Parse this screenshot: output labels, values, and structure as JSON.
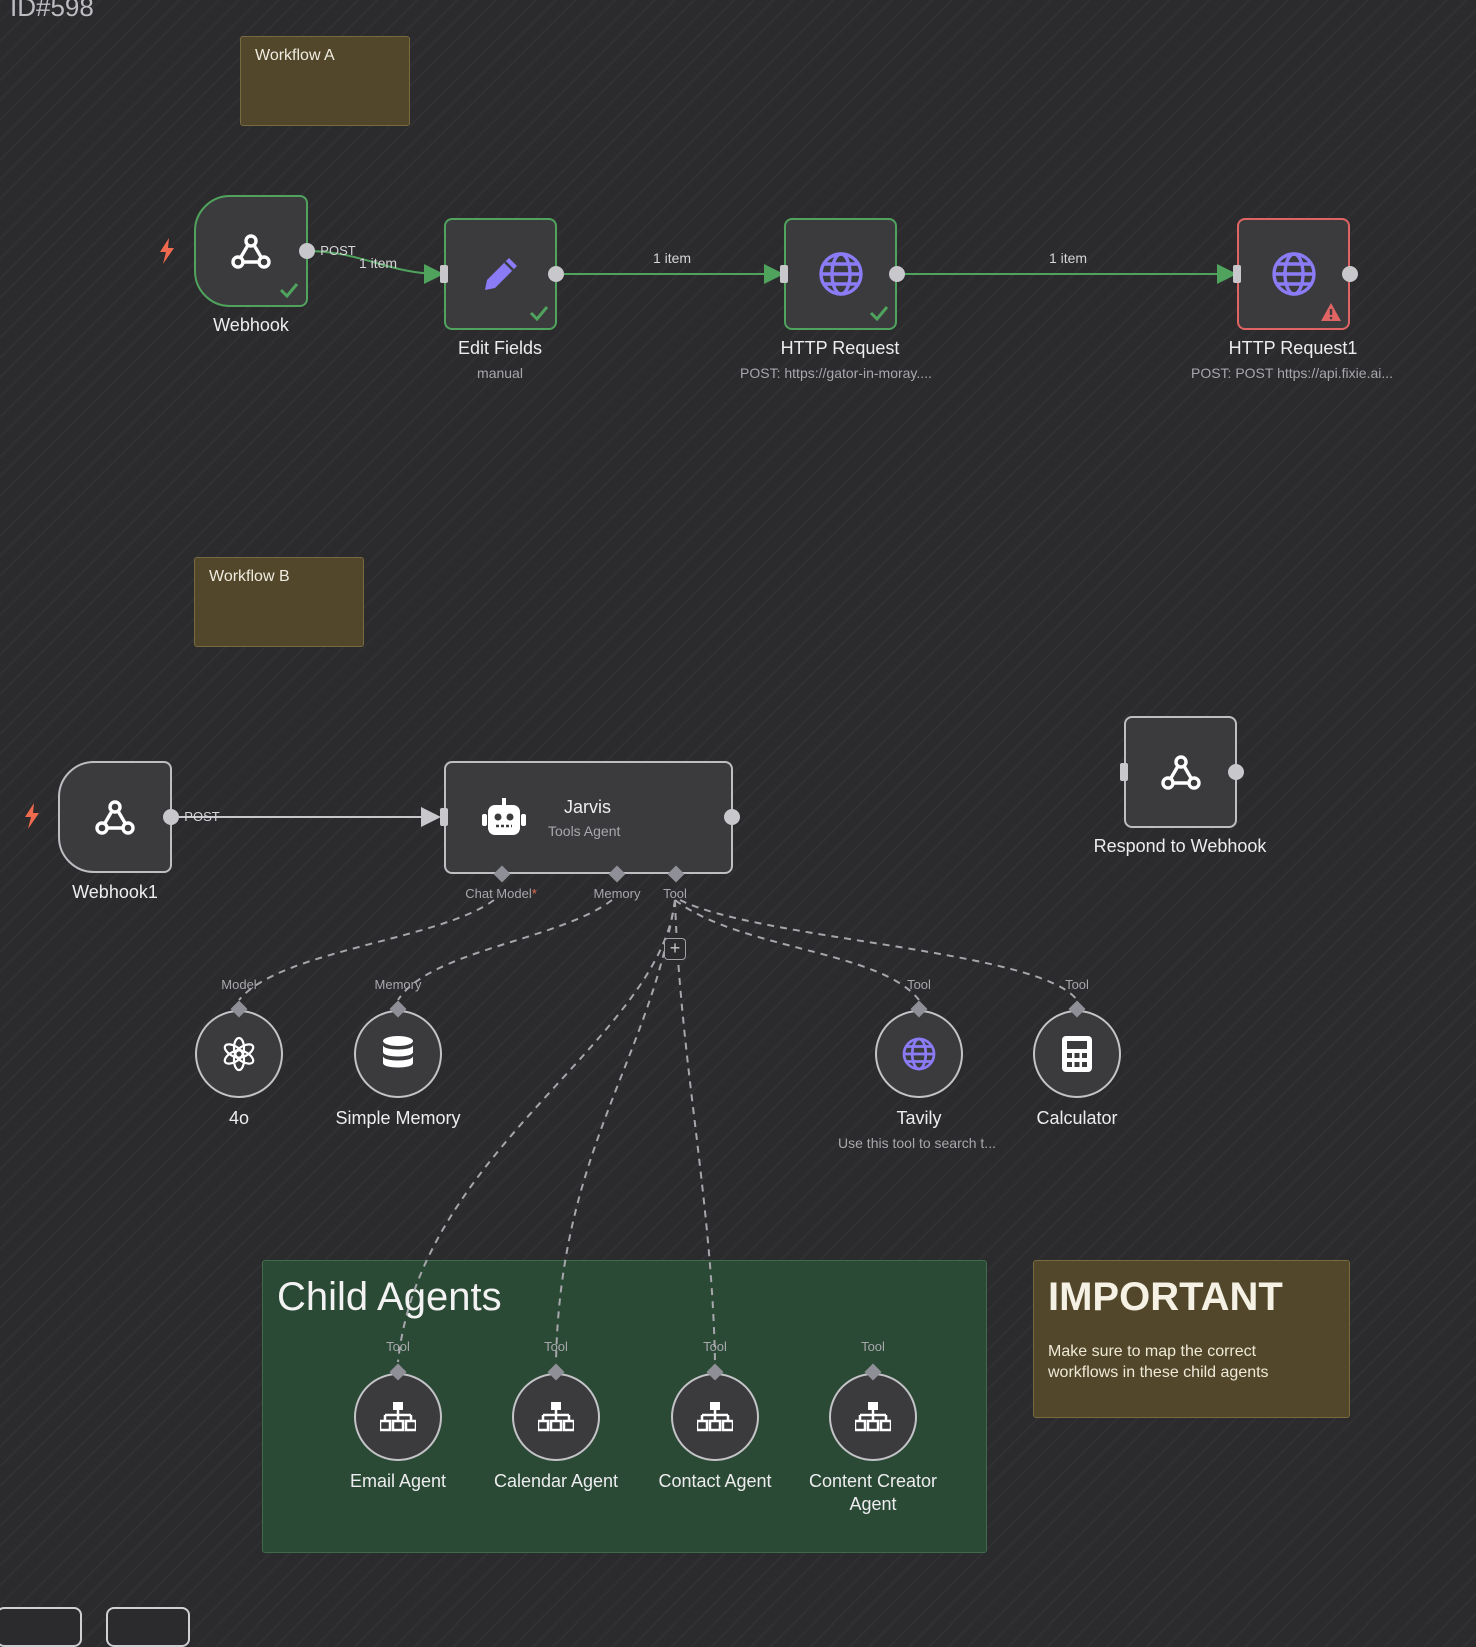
{
  "canvas": {
    "id_label": "ID#598"
  },
  "stickies": {
    "workflow_a": "Workflow A",
    "workflow_b": "Workflow B",
    "child_agents_title": "Child Agents",
    "important_title": "IMPORTANT",
    "important_body_1": "Make sure to map the correct",
    "important_body_2": "workflows in these child agents"
  },
  "workflow_a": {
    "webhook": {
      "name": "Webhook",
      "method": "POST"
    },
    "edge_1_label": "1 item",
    "edit_fields": {
      "name": "Edit Fields",
      "subtitle": "manual"
    },
    "edge_2_label": "1 item",
    "http_request": {
      "name": "HTTP Request",
      "subtitle": "POST: https://gator-in-moray...."
    },
    "edge_3_label": "1 item",
    "http_request1": {
      "name": "HTTP Request1",
      "subtitle": "POST: POST https://api.fixie.ai..."
    }
  },
  "workflow_b": {
    "webhook1": {
      "name": "Webhook1",
      "method": "POST"
    },
    "jarvis": {
      "name": "Jarvis",
      "subtitle": "Tools Agent",
      "port_chat_model": "Chat Model",
      "required_mark": "*",
      "port_memory": "Memory",
      "port_tool": "Tool"
    },
    "respond": {
      "name": "Respond to Webhook"
    },
    "model_node": {
      "port": "Model",
      "name": "4o"
    },
    "memory_node": {
      "port": "Memory",
      "name": "Simple Memory"
    },
    "tavily": {
      "port": "Tool",
      "name": "Tavily",
      "subtitle": "Use this tool to search t..."
    },
    "calculator": {
      "port": "Tool",
      "name": "Calculator"
    },
    "agents": [
      {
        "port": "Tool",
        "name": "Email Agent"
      },
      {
        "port": "Tool",
        "name": "Calendar Agent"
      },
      {
        "port": "Tool",
        "name": "Contact Agent"
      },
      {
        "port": "Tool",
        "name_line1": "Content Creator",
        "name_line2": "Agent"
      }
    ]
  },
  "colors": {
    "success": "#4fa35d",
    "error": "#e06464",
    "accent_icon": "#8b7cf6",
    "trigger_bolt": "#ef6a4f",
    "sticky_yellow": "#52472a",
    "sticky_green": "#2b4a35"
  },
  "icons": {
    "trigger": "lightning-bolt-icon",
    "webhook": "webhook-icon",
    "edit": "pencil-icon",
    "http": "globe-icon",
    "agent": "robot-icon",
    "model": "openai-icon",
    "memory": "database-icon",
    "calculator": "calculator-icon",
    "workflow": "sitemap-icon",
    "ok": "checkmark-icon",
    "error": "warning-triangle-icon"
  }
}
